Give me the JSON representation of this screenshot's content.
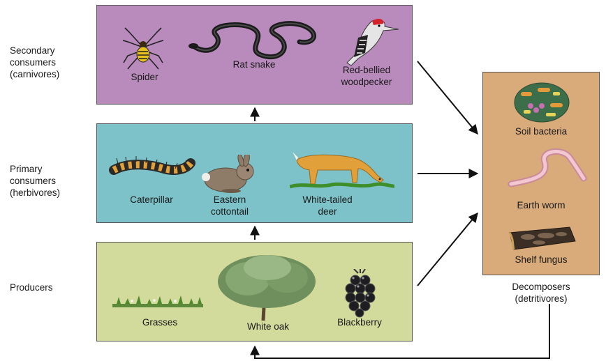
{
  "levels": {
    "secondary": {
      "label_line1": "Secondary",
      "label_line2": "consumers",
      "label_line3": "(carnivores)",
      "color": "#b98bbd",
      "organisms": [
        {
          "line1": "Spider",
          "line2": "",
          "icon": "spider-icon"
        },
        {
          "line1": "Rat snake",
          "line2": "",
          "icon": "snake-icon"
        },
        {
          "line1": "Red-bellied",
          "line2": "woodpecker",
          "icon": "woodpecker-icon"
        }
      ]
    },
    "primary": {
      "label_line1": "Primary",
      "label_line2": "consumers",
      "label_line3": "(herbivores)",
      "color": "#7cc2c8",
      "organisms": [
        {
          "line1": "Caterpillar",
          "line2": "",
          "icon": "caterpillar-icon"
        },
        {
          "line1": "Eastern",
          "line2": "cottontail",
          "icon": "rabbit-icon"
        },
        {
          "line1": "White-tailed",
          "line2": "deer",
          "icon": "deer-icon"
        }
      ]
    },
    "producers": {
      "label_line1": "Producers",
      "color": "#d2db9c",
      "organisms": [
        {
          "line1": "Grasses",
          "line2": "",
          "icon": "grass-icon"
        },
        {
          "line1": "White oak",
          "line2": "",
          "icon": "oak-tree-icon"
        },
        {
          "line1": "Blackberry",
          "line2": "",
          "icon": "blackberry-icon"
        }
      ]
    }
  },
  "decomposers": {
    "caption_line1": "Decomposers",
    "caption_line2": "(detritivores)",
    "color": "#d9aa7a",
    "organisms": [
      {
        "name": "Soil bacteria",
        "icon": "bacteria-icon"
      },
      {
        "name": "Earth worm",
        "icon": "worm-icon"
      },
      {
        "name": "Shelf fungus",
        "icon": "fungus-icon"
      }
    ]
  }
}
